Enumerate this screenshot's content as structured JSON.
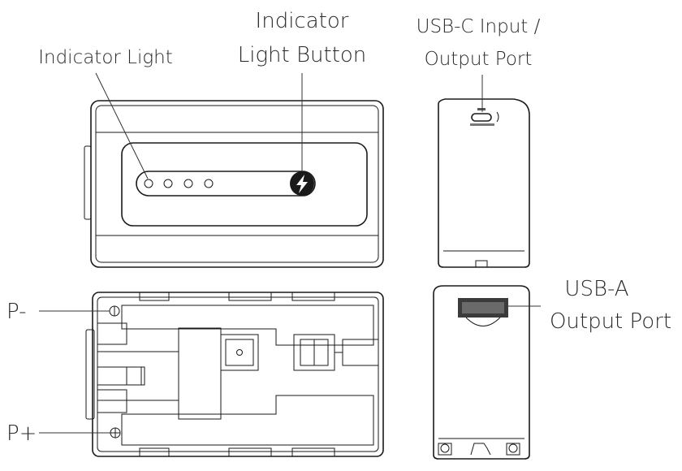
{
  "labels": {
    "indicator_light": "Indicator Light",
    "indicator_button_line1": "Indicator",
    "indicator_button_line2": "Light Button",
    "usbc_line1": "USB-C Input /",
    "usbc_line2": "Output Port",
    "usba_line1": "USB-A",
    "usba_line2": "Output Port",
    "p_minus": "P-",
    "p_plus": "P+"
  },
  "icons": {
    "button": "lightning-bolt-icon",
    "terminal_minus": "circle-bar-icon",
    "terminal_plus": "circle-cross-icon"
  },
  "indicator_led_count": 4
}
